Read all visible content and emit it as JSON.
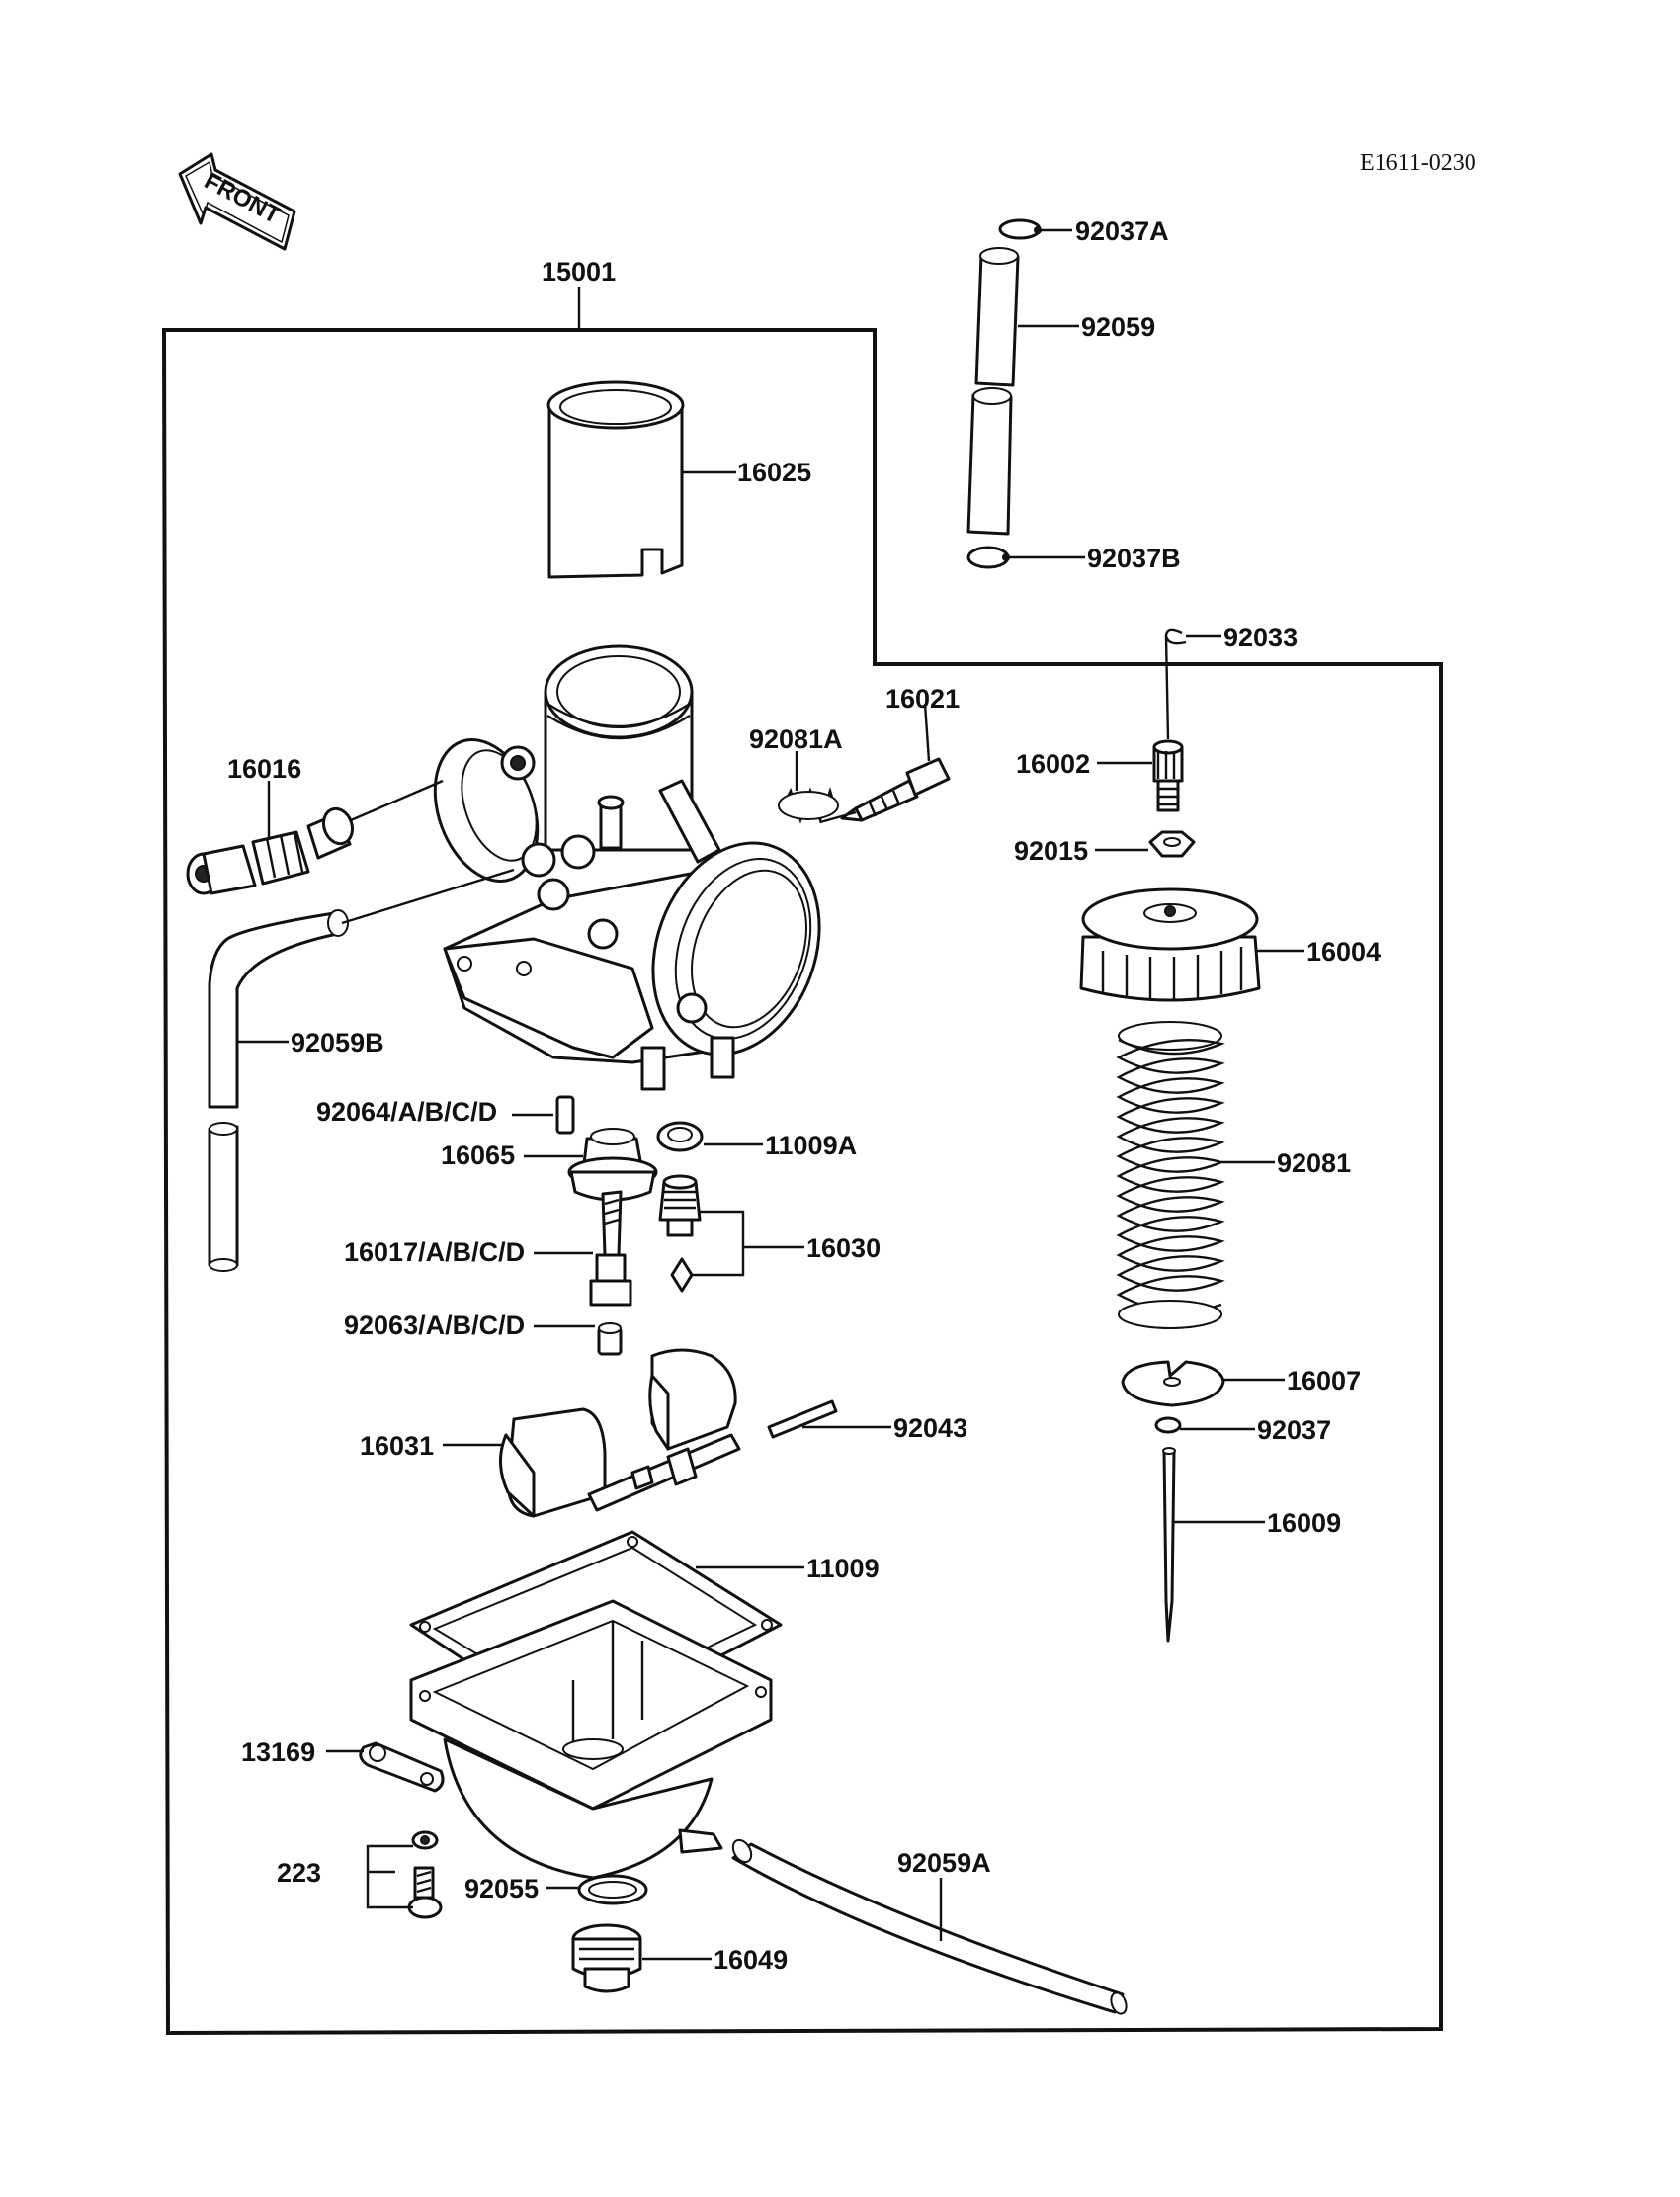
{
  "diagram_code": "E1611-0230",
  "front_arrow_text": "FRONT",
  "labels": {
    "p15001": "15001",
    "p16025": "16025",
    "p92037A": "92037A",
    "p92059": "92059",
    "p92037B": "92037B",
    "p92033": "92033",
    "p16021": "16021",
    "p92081A": "92081A",
    "p16016": "16016",
    "p16002": "16002",
    "p92015": "92015",
    "p16004": "16004",
    "p92059B": "92059B",
    "p92064": "92064/A/B/C/D",
    "p16065": "16065",
    "p11009A": "11009A",
    "p92081": "92081",
    "p16017": "16017/A/B/C/D",
    "p16030": "16030",
    "p92063": "92063/A/B/C/D",
    "p16007": "16007",
    "p92043": "92043",
    "p16031": "16031",
    "p92037": "92037",
    "p16009": "16009",
    "p11009": "11009",
    "p13169": "13169",
    "p92059A": "92059A",
    "p223": "223",
    "p92055": "92055",
    "p16049": "16049"
  }
}
